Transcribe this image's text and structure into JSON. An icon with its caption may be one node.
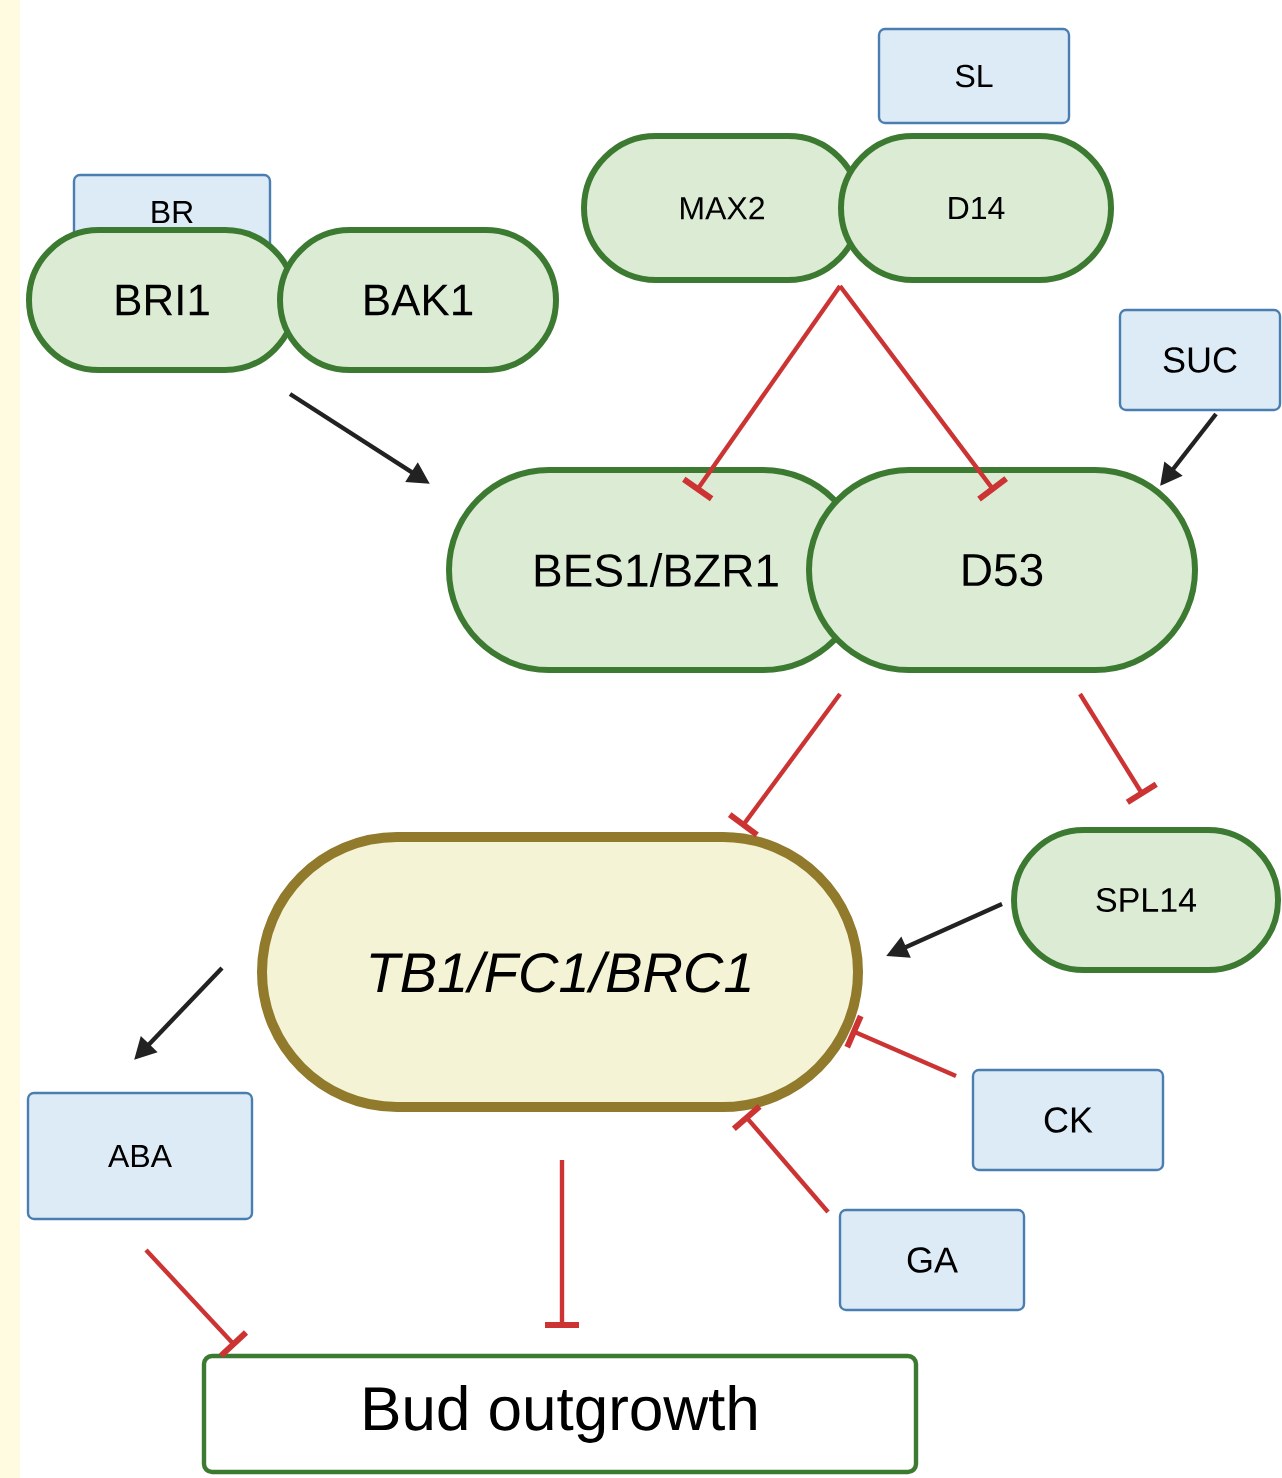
{
  "diagram": {
    "nodes": [
      {
        "text": [
          "SL"
        ]
      },
      {
        "text": [
          "MAX2"
        ]
      },
      {
        "text": [
          "D14"
        ]
      },
      {
        "text": [
          "BR"
        ]
      },
      {
        "text": [
          "BRI1"
        ]
      },
      {
        "text": [
          "BAK1"
        ]
      },
      {
        "text": [
          "SUC"
        ]
      },
      {
        "text": [
          "BES1/BZR1"
        ]
      },
      {
        "text": [
          "D53"
        ]
      },
      {
        "text": [
          "SPL14"
        ]
      },
      {
        "text": [
          "TB1/FC1/BRC1"
        ]
      },
      {
        "text": [
          "CK"
        ]
      },
      {
        "text": [
          "ABA"
        ]
      },
      {
        "text": [
          "GA"
        ]
      },
      {
        "text": [
          "Bud outgrowth"
        ]
      }
    ],
    "edges": [
      {
        "from": 1,
        "to": 7,
        "arrow": "other"
      },
      {
        "from": 1,
        "to": 8,
        "arrow": "other"
      },
      {
        "from": 5,
        "to": 7,
        "arrow": "to",
        "color": "#222222"
      },
      {
        "from": 6,
        "to": 8,
        "arrow": "to",
        "color": "#222222"
      },
      {
        "from": 7,
        "to": 10,
        "arrow": "other"
      },
      {
        "from": 8,
        "to": 9,
        "arrow": "other"
      },
      {
        "from": 9,
        "to": 10,
        "arrow": "to",
        "color": "#222222"
      },
      {
        "from": 11,
        "to": 10,
        "arrow": "other"
      },
      {
        "from": 13,
        "to": 10,
        "arrow": "other"
      },
      {
        "from": 10,
        "to": 12,
        "arrow": "to",
        "color": "#222222"
      },
      {
        "from": 12,
        "to": 14,
        "arrow": "other"
      },
      {
        "from": 10,
        "to": 14,
        "arrow": "other"
      }
    ]
  }
}
